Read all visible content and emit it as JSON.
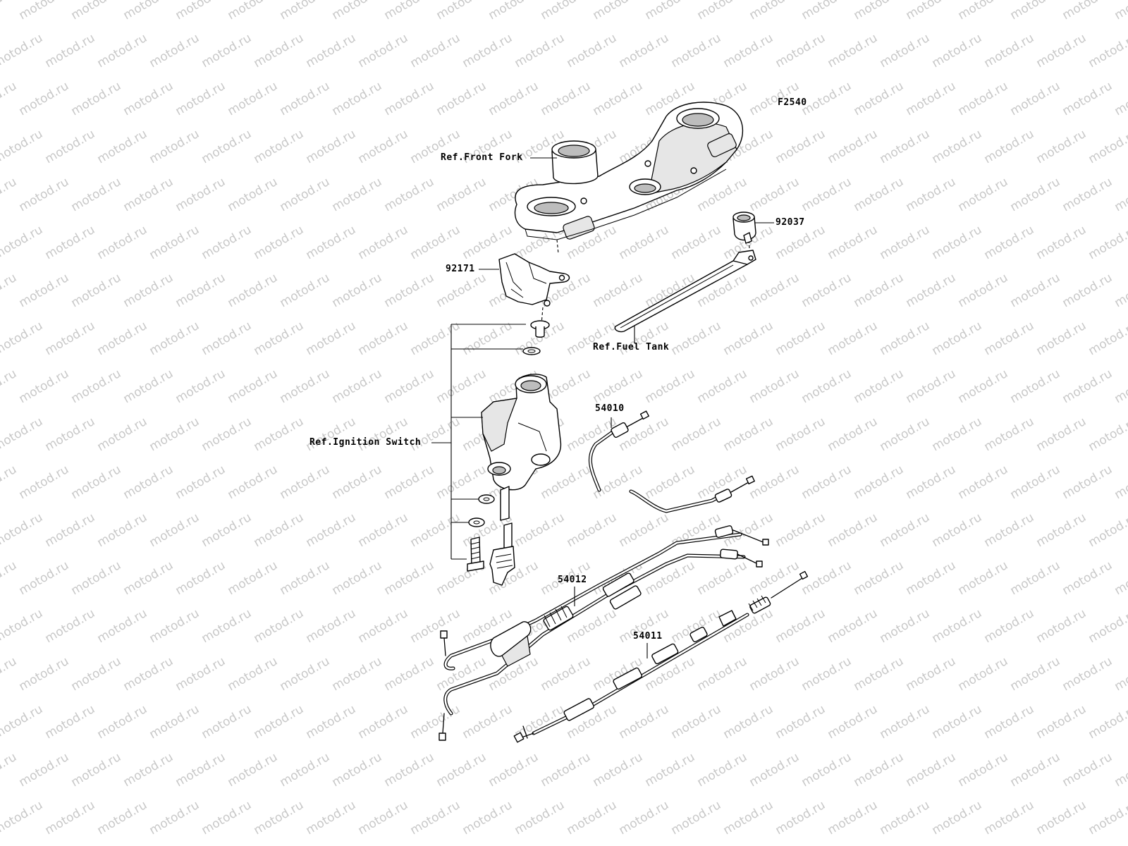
{
  "diagram": {
    "code": "F2540",
    "watermark_text": "motod.ru",
    "watermark_color": "#c8c8c8",
    "labels": {
      "front_fork": "Ref.Front Fork",
      "fuel_tank": "Ref.Fuel Tank",
      "ignition_switch": "Ref.Ignition Switch",
      "p92037": "92037",
      "p92171": "92171",
      "p54010": "54010",
      "p54012": "54012",
      "p54011": "54011"
    }
  }
}
